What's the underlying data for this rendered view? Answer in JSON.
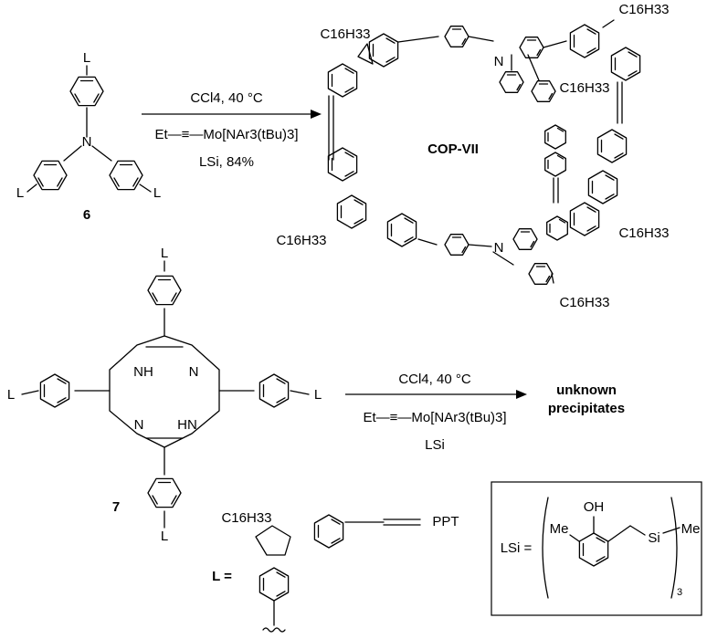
{
  "reaction1": {
    "reagent_top": "CCl4, 40 °C",
    "reagent_mid": "Et—≡—Mo[NAr3(tBu)3]",
    "reagent_bot": "LSi, 84%",
    "compound_label": "6",
    "product_label": "COP-VII",
    "chain_label": "C16H33"
  },
  "reaction2": {
    "reagent_top": "CCl4, 40 °C",
    "reagent_mid": "Et—≡—Mo[NAr3(tBu)3]",
    "reagent_bot": "LSi",
    "compound_label": "7",
    "product_label_line1": "unknown",
    "product_label_line2": "precipitates"
  },
  "legend_L": {
    "label": "L =",
    "chain": "C16H33",
    "end_group": "PPT"
  },
  "legend_LSi": {
    "label": "LSi =",
    "oh": "OH",
    "me_left": "Me",
    "si": "Si",
    "me_right": "Me",
    "subscript": "3"
  },
  "atoms": {
    "L": "L",
    "N": "N",
    "NH": "NH",
    "HN": "HN"
  }
}
